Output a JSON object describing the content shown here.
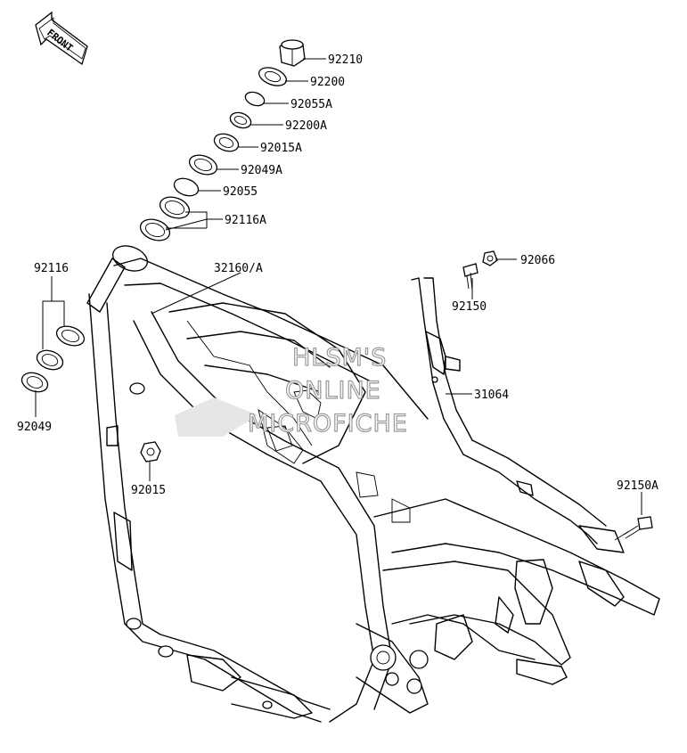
{
  "front_badge": {
    "text": "FRONT"
  },
  "watermark": {
    "line1": "HLSM'S",
    "line2": "ONLINE",
    "line3": "MICROFICHE"
  },
  "labels": {
    "p92210": "92210",
    "p92200": "92200",
    "p92055A": "92055A",
    "p92200A": "92200A",
    "p92015A": "92015A",
    "p92049A": "92049A",
    "p92055": "92055",
    "p92116A": "92116A",
    "p32160A": "32160/A",
    "p92066": "92066",
    "p92150": "92150",
    "p31064": "31064",
    "p92116": "92116",
    "p92049": "92049",
    "p92015": "92015",
    "p92150A": "92150A"
  }
}
